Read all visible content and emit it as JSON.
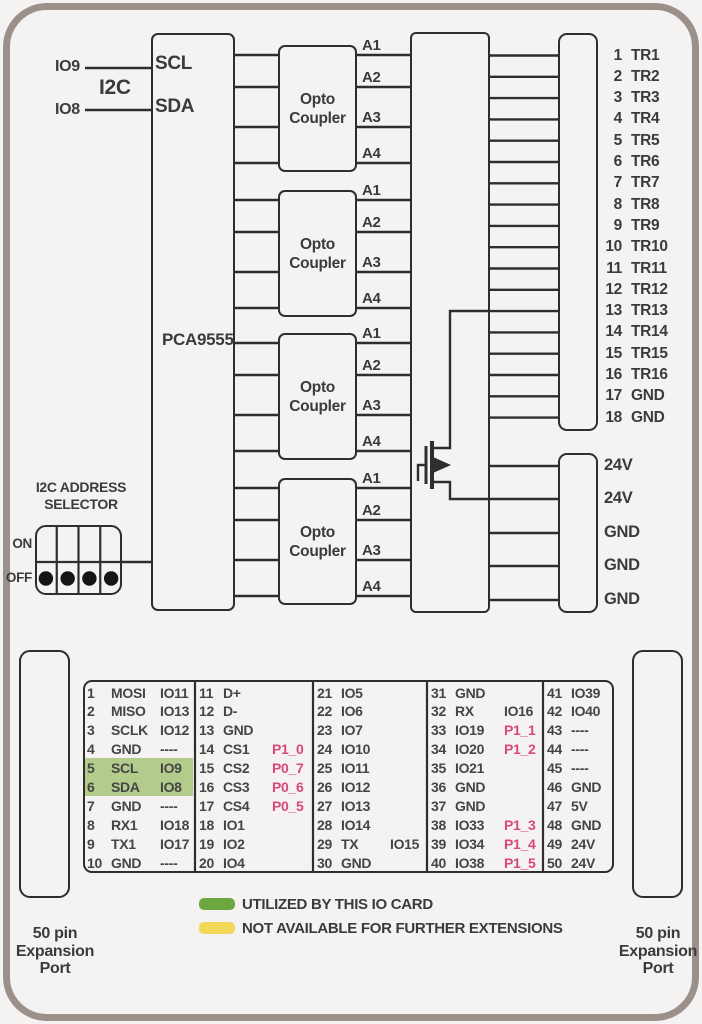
{
  "diagram": {
    "i2c_bus": {
      "label": "I2C",
      "scl_source": "IO9",
      "sda_source": "IO8",
      "scl_pin": "SCL",
      "sda_pin": "SDA"
    },
    "expander": {
      "label": "PCA9555"
    },
    "opto": {
      "label_line1": "Opto",
      "label_line2": "Coupler",
      "count": 4,
      "outputs": [
        "A1",
        "A2",
        "A3",
        "A4"
      ]
    },
    "address_selector": {
      "title_line1": "I2C ADDRESS",
      "title_line2": "SELECTOR",
      "on_label": "ON",
      "off_label": "OFF",
      "switches": [
        "off",
        "off",
        "off",
        "off"
      ]
    },
    "output_connector": {
      "pins": [
        {
          "num": "1",
          "name": "TR1"
        },
        {
          "num": "2",
          "name": "TR2"
        },
        {
          "num": "3",
          "name": "TR3"
        },
        {
          "num": "4",
          "name": "TR4"
        },
        {
          "num": "5",
          "name": "TR5"
        },
        {
          "num": "6",
          "name": "TR6"
        },
        {
          "num": "7",
          "name": "TR7"
        },
        {
          "num": "8",
          "name": "TR8"
        },
        {
          "num": "9",
          "name": "TR9"
        },
        {
          "num": "10",
          "name": "TR10"
        },
        {
          "num": "11",
          "name": "TR11"
        },
        {
          "num": "12",
          "name": "TR12"
        },
        {
          "num": "13",
          "name": "TR13"
        },
        {
          "num": "14",
          "name": "TR14"
        },
        {
          "num": "15",
          "name": "TR15"
        },
        {
          "num": "16",
          "name": "TR16"
        },
        {
          "num": "17",
          "name": "GND"
        },
        {
          "num": "18",
          "name": "GND"
        }
      ]
    },
    "power_connector": {
      "pins": [
        "24V",
        "24V",
        "GND",
        "GND",
        "GND"
      ]
    }
  },
  "pin_table": {
    "columns": [
      {
        "name": "pins-1-10",
        "rows": [
          {
            "num": "1",
            "name": "MOSI",
            "extra": "IO11"
          },
          {
            "num": "2",
            "name": "MISO",
            "extra": "IO13"
          },
          {
            "num": "3",
            "name": "SCLK",
            "extra": "IO12"
          },
          {
            "num": "4",
            "name": "GND",
            "extra": "----"
          },
          {
            "num": "5",
            "name": "SCL",
            "extra": "IO9",
            "highlight": true
          },
          {
            "num": "6",
            "name": "SDA",
            "extra": "IO8",
            "highlight": true
          },
          {
            "num": "7",
            "name": "GND",
            "extra": "----"
          },
          {
            "num": "8",
            "name": "RX1",
            "extra": "IO18"
          },
          {
            "num": "9",
            "name": "TX1",
            "extra": "IO17"
          },
          {
            "num": "10",
            "name": "GND",
            "extra": "----"
          }
        ]
      },
      {
        "name": "pins-11-20",
        "rows": [
          {
            "num": "11",
            "name": "D+"
          },
          {
            "num": "12",
            "name": "D-"
          },
          {
            "num": "13",
            "name": "GND"
          },
          {
            "num": "14",
            "name": "CS1",
            "extra": "P1_0",
            "accent": true
          },
          {
            "num": "15",
            "name": "CS2",
            "extra": "P0_7",
            "accent": true
          },
          {
            "num": "16",
            "name": "CS3",
            "extra": "P0_6",
            "accent": true
          },
          {
            "num": "17",
            "name": "CS4",
            "extra": "P0_5",
            "accent": true
          },
          {
            "num": "18",
            "name": "IO1"
          },
          {
            "num": "19",
            "name": "IO2"
          },
          {
            "num": "20",
            "name": "IO4"
          }
        ]
      },
      {
        "name": "pins-21-30",
        "rows": [
          {
            "num": "21",
            "name": "IO5"
          },
          {
            "num": "22",
            "name": "IO6"
          },
          {
            "num": "23",
            "name": "IO7"
          },
          {
            "num": "24",
            "name": "IO10"
          },
          {
            "num": "25",
            "name": "IO11"
          },
          {
            "num": "26",
            "name": "IO12"
          },
          {
            "num": "27",
            "name": "IO13"
          },
          {
            "num": "28",
            "name": "IO14"
          },
          {
            "num": "29",
            "name": "TX",
            "extra": "IO15"
          },
          {
            "num": "30",
            "name": "GND"
          }
        ]
      },
      {
        "name": "pins-31-40",
        "rows": [
          {
            "num": "31",
            "name": "GND"
          },
          {
            "num": "32",
            "name": "RX",
            "extra": "IO16"
          },
          {
            "num": "33",
            "name": "IO19",
            "extra": "P1_1",
            "accent": true
          },
          {
            "num": "34",
            "name": "IO20",
            "extra": "P1_2",
            "accent": true
          },
          {
            "num": "35",
            "name": "IO21"
          },
          {
            "num": "36",
            "name": "GND"
          },
          {
            "num": "37",
            "name": "GND"
          },
          {
            "num": "38",
            "name": "IO33",
            "extra": "P1_3",
            "accent": true
          },
          {
            "num": "39",
            "name": "IO34",
            "extra": "P1_4",
            "accent": true
          },
          {
            "num": "40",
            "name": "IO38",
            "extra": "P1_5",
            "accent": true
          }
        ]
      },
      {
        "name": "pins-41-50",
        "rows": [
          {
            "num": "41",
            "name": "IO39"
          },
          {
            "num": "42",
            "name": "IO40"
          },
          {
            "num": "43",
            "name": "----"
          },
          {
            "num": "44",
            "name": "----"
          },
          {
            "num": "45",
            "name": "----"
          },
          {
            "num": "46",
            "name": "GND"
          },
          {
            "num": "47",
            "name": "5V"
          },
          {
            "num": "48",
            "name": "GND"
          },
          {
            "num": "49",
            "name": "24V"
          },
          {
            "num": "50",
            "name": "24V"
          }
        ]
      }
    ]
  },
  "legend": {
    "items": [
      {
        "color": "#6ca83f",
        "label": "UTILIZED BY THIS IO CARD"
      },
      {
        "color": "#f2d858",
        "label": "NOT AVAILABLE FOR FURTHER EXTENSIONS"
      }
    ]
  },
  "expansion_ports": {
    "left": [
      "50 pin",
      "Expansion",
      "Port"
    ],
    "right": [
      "50 pin",
      "Expansion",
      "Port"
    ]
  },
  "colors": {
    "highlight_green": "#b3cc8b",
    "accent_pink": "#d8487c",
    "line": "#2e2e2e",
    "frame": "#9c908a"
  }
}
